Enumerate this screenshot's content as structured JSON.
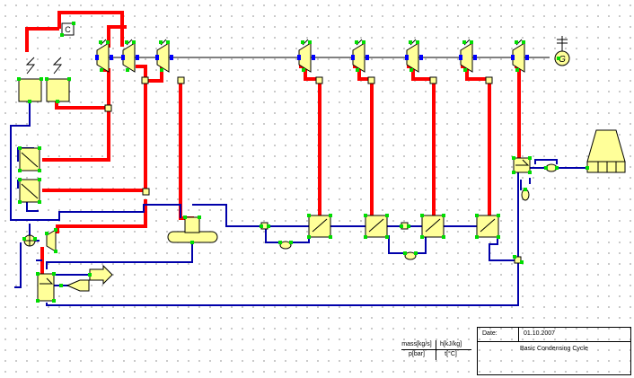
{
  "legend": {
    "mass": "mass[kg/s]",
    "enthalpy": "h[kJ/kg]",
    "pressure": "p[bar]",
    "temperature": "t[°C]"
  },
  "title_block": {
    "date_label": "Date:",
    "date_value": "01.10.2007",
    "title": "Basic Condensing Cycle"
  },
  "components": {
    "combustion_chamber_label": "C",
    "generator_label": "G"
  },
  "colors": {
    "steam_line": "#ff0000",
    "water_line": "#0000aa",
    "shaft_line": "#000000",
    "component_fill": "#ffff99",
    "port_green": "#00dd00",
    "port_blue": "#0000ff"
  },
  "icons": [
    "turbine-icon",
    "heat-exchanger-icon",
    "pump-icon",
    "generator-icon",
    "cooling-tower-icon",
    "deaerator-icon",
    "boiler-icon",
    "valve-icon",
    "mixer-icon",
    "combustion-chamber-icon"
  ]
}
